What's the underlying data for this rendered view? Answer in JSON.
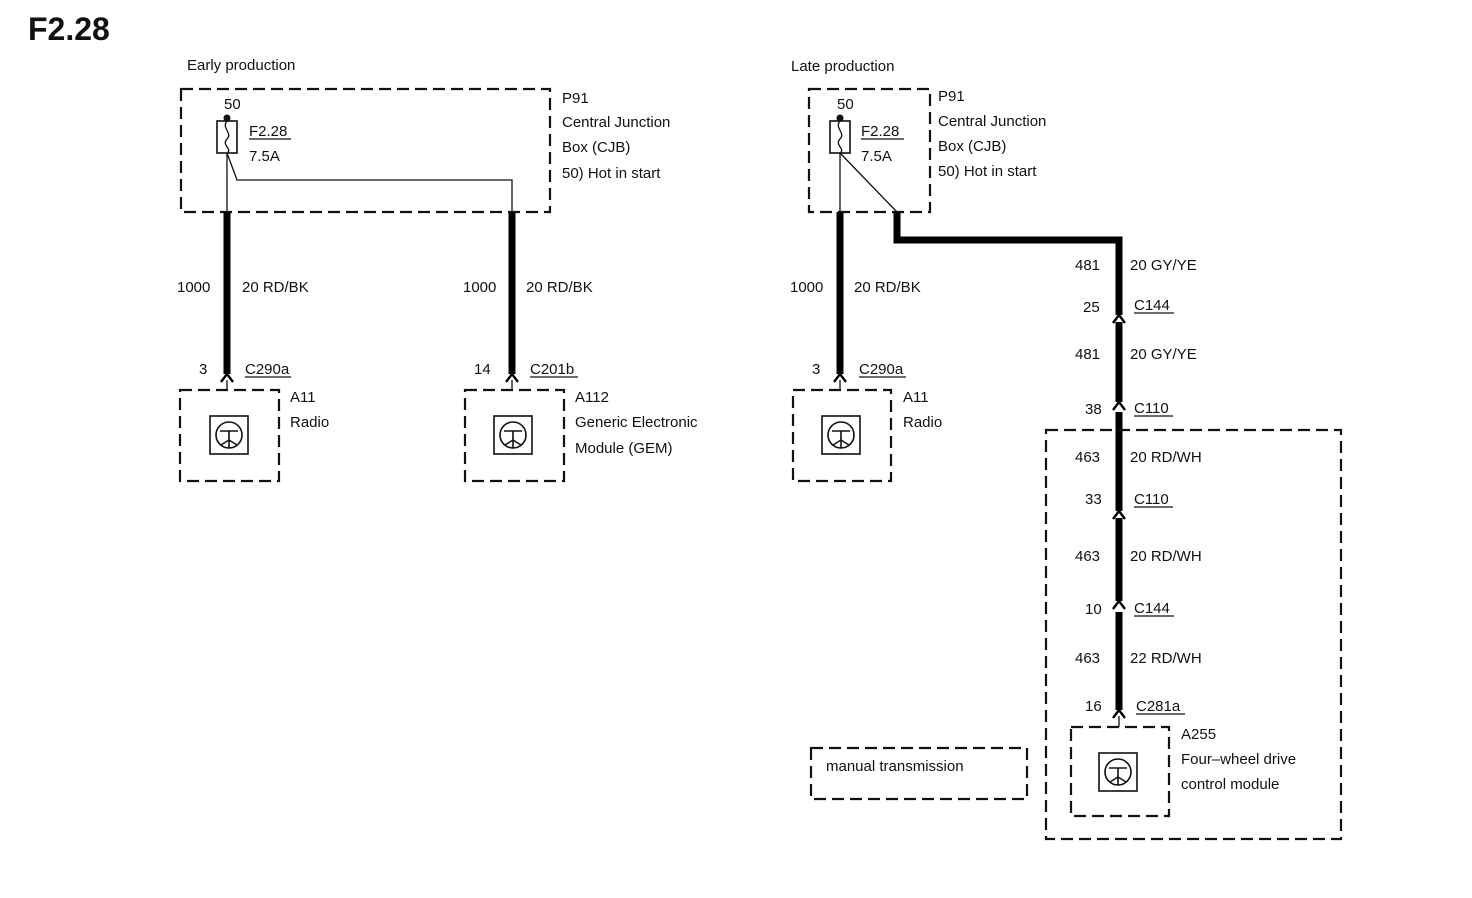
{
  "title": "F2.28",
  "colors": {
    "ink": "#111111",
    "background": "#ffffff"
  },
  "left": {
    "section_label": "Early production",
    "cjb": {
      "pin": "50",
      "fuse_id": "F2.28",
      "fuse_rating": "7.5A",
      "ref": "P91",
      "name_line1": "Central Junction",
      "name_line2": "Box (CJB)",
      "circuit": "50)  Hot in start"
    },
    "wire1": {
      "circuit": "1000",
      "spec": "20 RD/BK"
    },
    "wire2": {
      "circuit": "1000",
      "spec": "20 RD/BK"
    },
    "conn1": {
      "pin": "3",
      "name": "C290a"
    },
    "conn2": {
      "pin": "14",
      "name": "C201b"
    },
    "mod1": {
      "ref": "A11",
      "name": "Radio",
      "icon": "speaker-icon"
    },
    "mod2": {
      "ref": "A112",
      "name_line1": "Generic Electronic",
      "name_line2": "Module (GEM)",
      "icon": "speaker-icon"
    }
  },
  "right": {
    "section_label": "Late production",
    "cjb": {
      "pin": "50",
      "fuse_id": "F2.28",
      "fuse_rating": "7.5A",
      "ref": "P91",
      "name_line1": "Central Junction",
      "name_line2": "Box (CJB)",
      "circuit": "50)  Hot in start"
    },
    "wire_radio": {
      "circuit": "1000",
      "spec": "20 RD/BK"
    },
    "conn_radio": {
      "pin": "3",
      "name": "C290a"
    },
    "mod_radio": {
      "ref": "A11",
      "name": "Radio",
      "icon": "speaker-icon"
    },
    "chain": {
      "w1": {
        "circuit": "481",
        "spec": "20 GY/YE"
      },
      "c1": {
        "pin": "25",
        "name": "C144"
      },
      "w2": {
        "circuit": "481",
        "spec": "20 GY/YE"
      },
      "c2": {
        "pin": "38",
        "name": "C110"
      },
      "w3": {
        "circuit": "463",
        "spec": "20 RD/WH"
      },
      "c3": {
        "pin": "33",
        "name": "C110"
      },
      "w4": {
        "circuit": "463",
        "spec": "20 RD/WH"
      },
      "c4": {
        "pin": "10",
        "name": "C144"
      },
      "w5": {
        "circuit": "463",
        "spec": "22 RD/WH"
      },
      "c5": {
        "pin": "16",
        "name": "C281a"
      }
    },
    "mod_4wd": {
      "ref": "A255",
      "name_line1": "Four–wheel drive",
      "name_line2": "control module",
      "icon": "speaker-icon"
    },
    "legend": "manual transmission"
  }
}
